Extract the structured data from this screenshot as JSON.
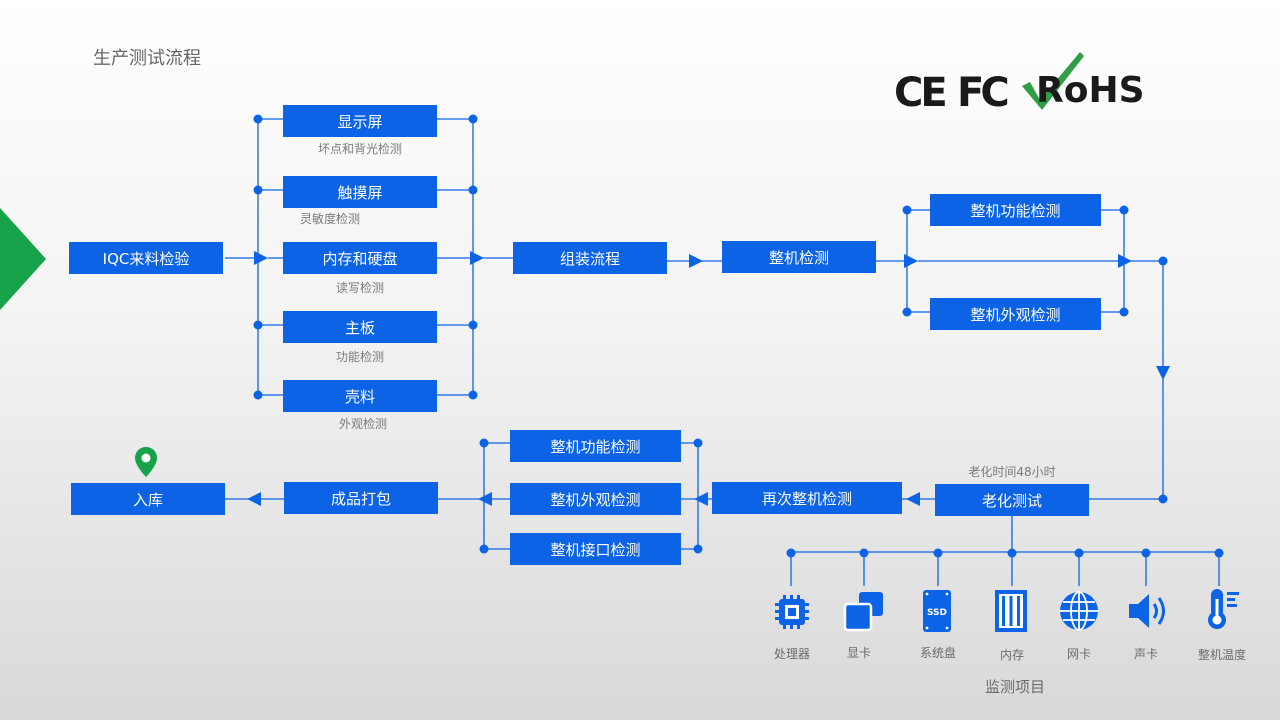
{
  "title": "生产测试流程",
  "certifications": {
    "ce": "CE",
    "fc": "FC",
    "rohs": "RoHS"
  },
  "nodes": {
    "iqc": "IQC来料检验",
    "display": "显示屏",
    "display_sub": "坏点和背光检测",
    "touch": "触摸屏",
    "touch_sub": "灵敏度检测",
    "memory": "内存和硬盘",
    "memory_sub": "读写检测",
    "board": "主板",
    "board_sub": "功能检测",
    "shell": "壳料",
    "shell_sub": "外观检测",
    "assembly": "组装流程",
    "whole_check": "整机检测",
    "func_check_1": "整机功能检测",
    "look_check_1": "整机外观检测",
    "aging": "老化测试",
    "aging_sub": "老化时间48小时",
    "recheck": "再次整机检测",
    "func_check_2": "整机功能检测",
    "look_check_2": "整机外观检测",
    "port_check": "整机接口检测",
    "packing": "成品打包",
    "storage": "入库"
  },
  "monitor": {
    "title": "监测项目",
    "items": [
      {
        "icon": "cpu-icon",
        "label": "处理器"
      },
      {
        "icon": "gpu-icon",
        "label": "显卡"
      },
      {
        "icon": "ssd-icon",
        "label": "系统盘",
        "badge": "SSD"
      },
      {
        "icon": "memory-icon",
        "label": "内存"
      },
      {
        "icon": "network-icon",
        "label": "网卡"
      },
      {
        "icon": "speaker-icon",
        "label": "声卡"
      },
      {
        "icon": "thermometer-icon",
        "label": "整机温度"
      }
    ]
  },
  "colors": {
    "primary": "#0d63e6",
    "green": "#16a34a",
    "check": "#2f9e44"
  }
}
